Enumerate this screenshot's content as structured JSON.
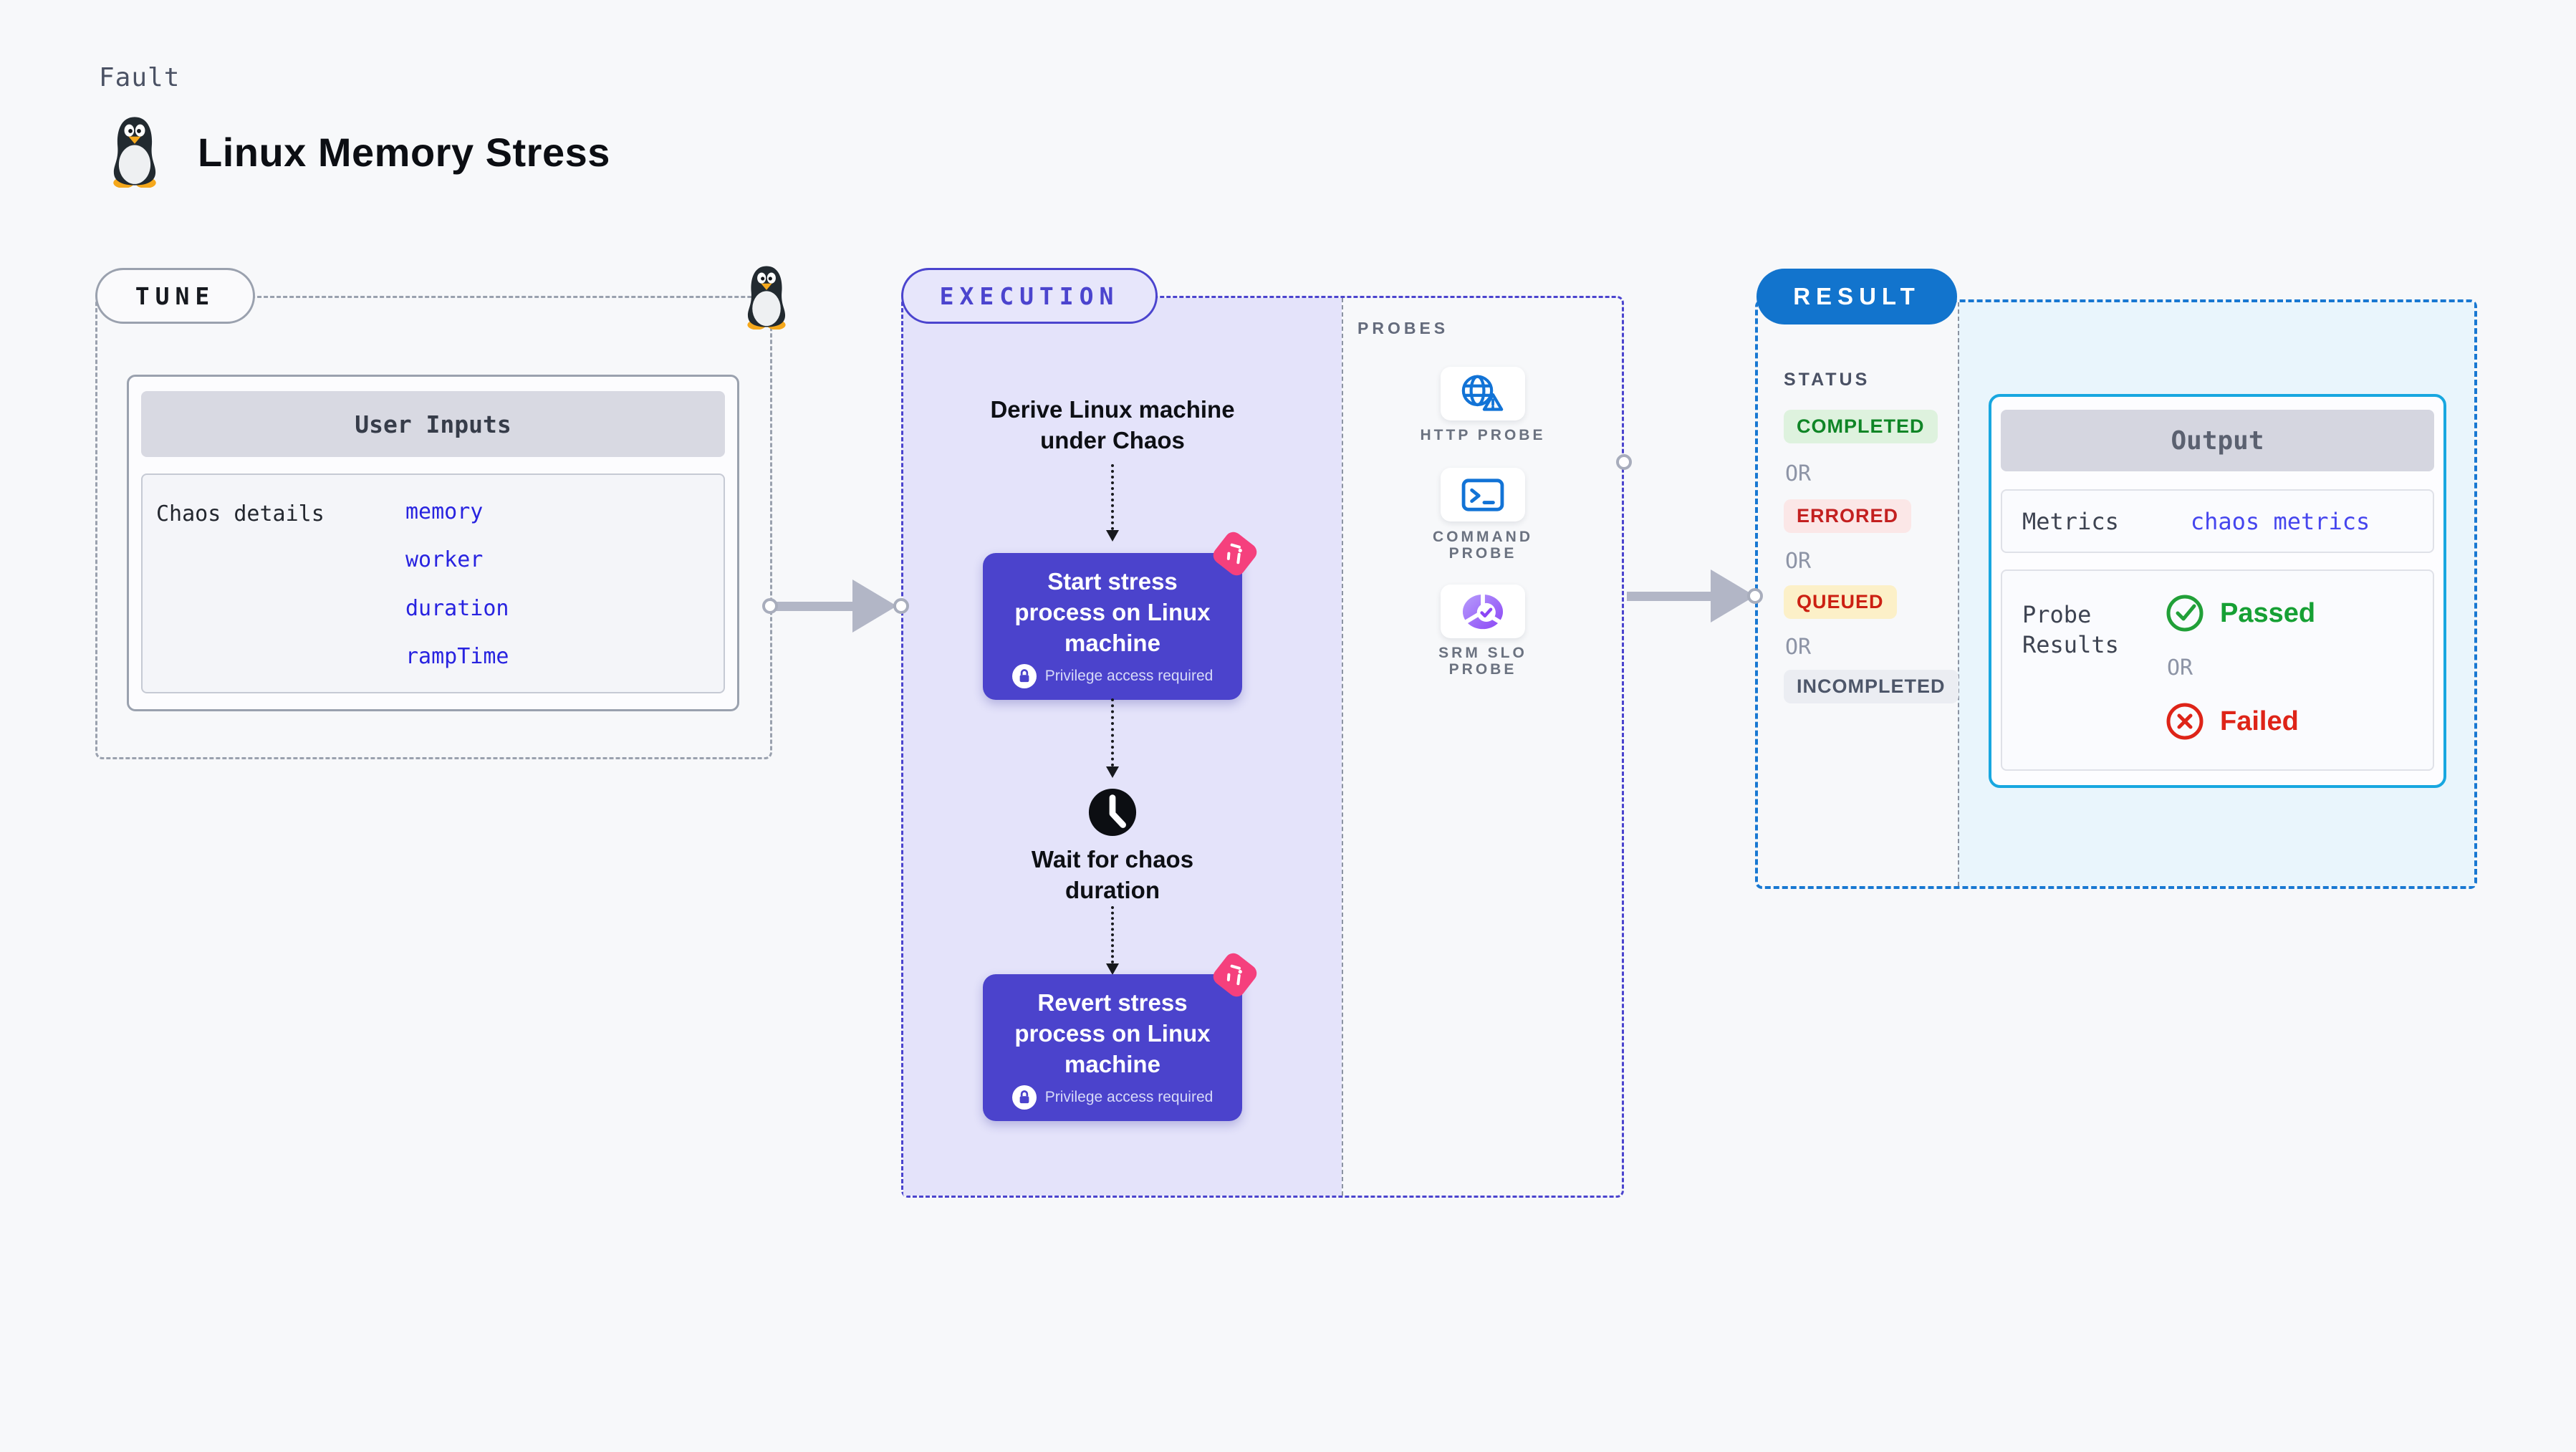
{
  "header": {
    "kicker": "Fault",
    "title": "Linux Memory Stress",
    "title_icon": "tux-penguin-icon"
  },
  "tune": {
    "badge": "TUNE",
    "corner_icon": "tux-penguin-icon",
    "card_title": "User Inputs",
    "row_label": "Chaos details",
    "values": [
      "memory",
      "worker",
      "duration",
      "rampTime"
    ]
  },
  "execution": {
    "badge": "EXECUTION",
    "derive_lines": [
      "Derive Linux machine",
      "under Chaos"
    ],
    "start_box": {
      "lines": [
        "Start stress",
        "process on Linux",
        "machine"
      ],
      "note": "Privilege access required",
      "note_icon": "lock-icon",
      "corner_icon": "chaos-badge-icon"
    },
    "wait_lines": [
      "Wait for chaos",
      "duration"
    ],
    "wait_icon": "clock-icon",
    "revert_box": {
      "lines": [
        "Revert stress",
        "process on Linux",
        "machine"
      ],
      "note": "Privilege access required",
      "note_icon": "lock-icon",
      "corner_icon": "chaos-badge-icon"
    }
  },
  "probes": {
    "title": "PROBES",
    "items": [
      {
        "icon": "globe-warning-icon",
        "label_lines": [
          "HTTP PROBE",
          ""
        ]
      },
      {
        "icon": "terminal-icon",
        "label_lines": [
          "COMMAND",
          "PROBE"
        ]
      },
      {
        "icon": "slo-donut-icon",
        "label_lines": [
          "SRM SLO",
          "PROBE"
        ]
      }
    ]
  },
  "result": {
    "badge": "RESULT",
    "status_title": "STATUS",
    "or_label": "OR",
    "statuses": [
      {
        "label": "COMPLETED",
        "bg": "#def2de",
        "color": "#0f8526"
      },
      {
        "label": "ERRORED",
        "bg": "#fbe7e7",
        "color": "#c32020"
      },
      {
        "label": "QUEUED",
        "bg": "#fcf0c8",
        "color": "#cc2012"
      },
      {
        "label": "INCOMPLETED",
        "bg": "#ebedf2",
        "color": "#4d5669"
      }
    ],
    "output": {
      "title": "Output",
      "metrics_label": "Metrics",
      "metrics_value": "chaos metrics",
      "probe_results_lines": [
        "Probe",
        "Results"
      ],
      "passed_label": "Passed",
      "failed_label": "Failed",
      "passed_icon": "check-circle-icon",
      "failed_icon": "x-circle-icon"
    }
  },
  "colors": {
    "page_bg": "#f7f8fa",
    "tune_border": "#9aa1ae",
    "execution_accent": "#4b44ce",
    "execution_fill": "#e4e3fa",
    "step_box_bg": "#4b43cc",
    "chaos_badge": "#f5407d",
    "result_border": "#1878d2",
    "result_pill_bg": "#1274cd",
    "result_fill": "#e9f5fc",
    "output_border": "#18a7e0",
    "value_blue": "#2823e0",
    "arrow_gray": "#b2b6c6",
    "passed_green": "#16a034",
    "failed_red": "#de2418"
  }
}
